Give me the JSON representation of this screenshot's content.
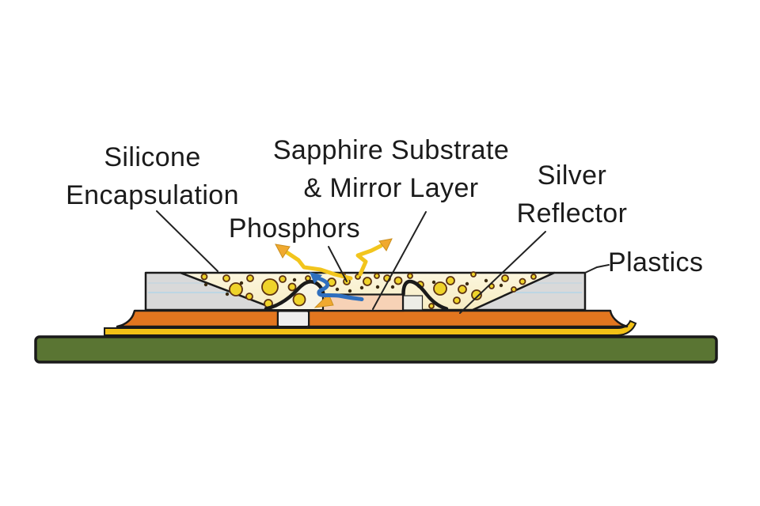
{
  "figure": {
    "type": "led-package-cross-section",
    "labels": {
      "silicone": "Silicone\nEncapsulation",
      "sapphire": "Sapphire Substrate\n& Mirror Layer",
      "phosphors": "Phosphors",
      "silver": "Silver\nReflector",
      "plastics": "Plastics"
    }
  },
  "colors": {
    "board_green": "#5A7533",
    "gold_layer": "#F2C116",
    "reflector_orange": "#E2761F",
    "cream_top": "#FCF6DE",
    "cream_bottom": "#F6ECC2",
    "plastics_gray": "#D9D9D9",
    "plastics_stripe": "#B9D6E6",
    "chip_pink": "#F7D2B6",
    "pale_fill": "#F7F4E6",
    "pedestal_white": "#EDEDE6",
    "isolation_white": "#EFEFEF",
    "phosphor_yellow": "#EFD32A",
    "phosphor_ring": "#5C3210",
    "dark_dot": "#3A2A10",
    "blue_light": "#2F6FBE",
    "yellow_light": "#F2C51D",
    "arrowhead_orange": "#F0A92F",
    "outline": "#1A1A1A",
    "label_text": "#1B1B1B"
  }
}
